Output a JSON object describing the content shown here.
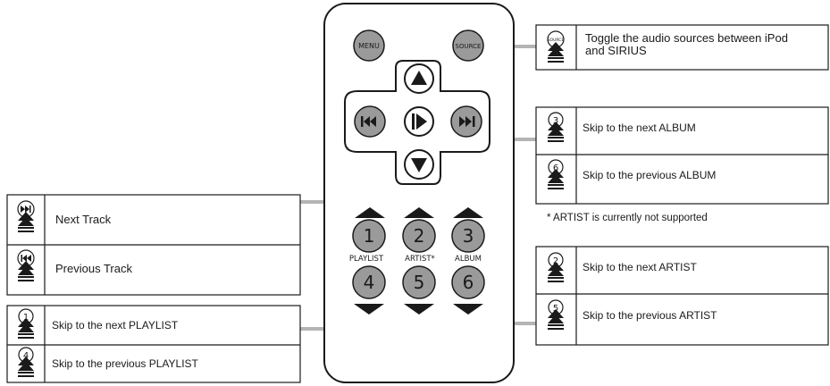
{
  "remote": {
    "menu_label": "MENU",
    "source_label": "SOURCE",
    "buttons": [
      {
        "number": "1",
        "label": "PLAYLIST"
      },
      {
        "number": "2",
        "label": "ARTIST*"
      },
      {
        "number": "3",
        "label": "ALBUM"
      },
      {
        "number": "4"
      },
      {
        "number": "5"
      },
      {
        "number": "6"
      }
    ]
  },
  "legend": {
    "source": {
      "icon_text": "SOURCE",
      "text_line1": "Toggle  the audio sources between iPod",
      "text_line2": "and SIRIUS"
    },
    "album_next": {
      "icon_num": "3",
      "text": "Skip to the next ALBUM"
    },
    "album_prev": {
      "icon_num": "6",
      "text": "Skip to the previous ALBUM"
    },
    "artist_note": "* ARTIST is currently not supported",
    "artist_next": {
      "icon_num": "2",
      "text": "Skip to the next ARTIST"
    },
    "artist_prev": {
      "icon_num": "5",
      "text": "Skip to the previous ARTIST"
    },
    "track_next": {
      "text": "Next Track"
    },
    "track_prev": {
      "text": "Previous Track"
    },
    "playlist_next": {
      "icon_num": "1",
      "text": "Skip to the next PLAYLIST"
    },
    "playlist_prev": {
      "icon_num": "4",
      "text": "Skip to the previous PLAYLIST"
    }
  },
  "colors": {
    "button_fill": "#9a9a9a",
    "connector": "#b4b4b4",
    "outline": "#1a1a1a"
  }
}
